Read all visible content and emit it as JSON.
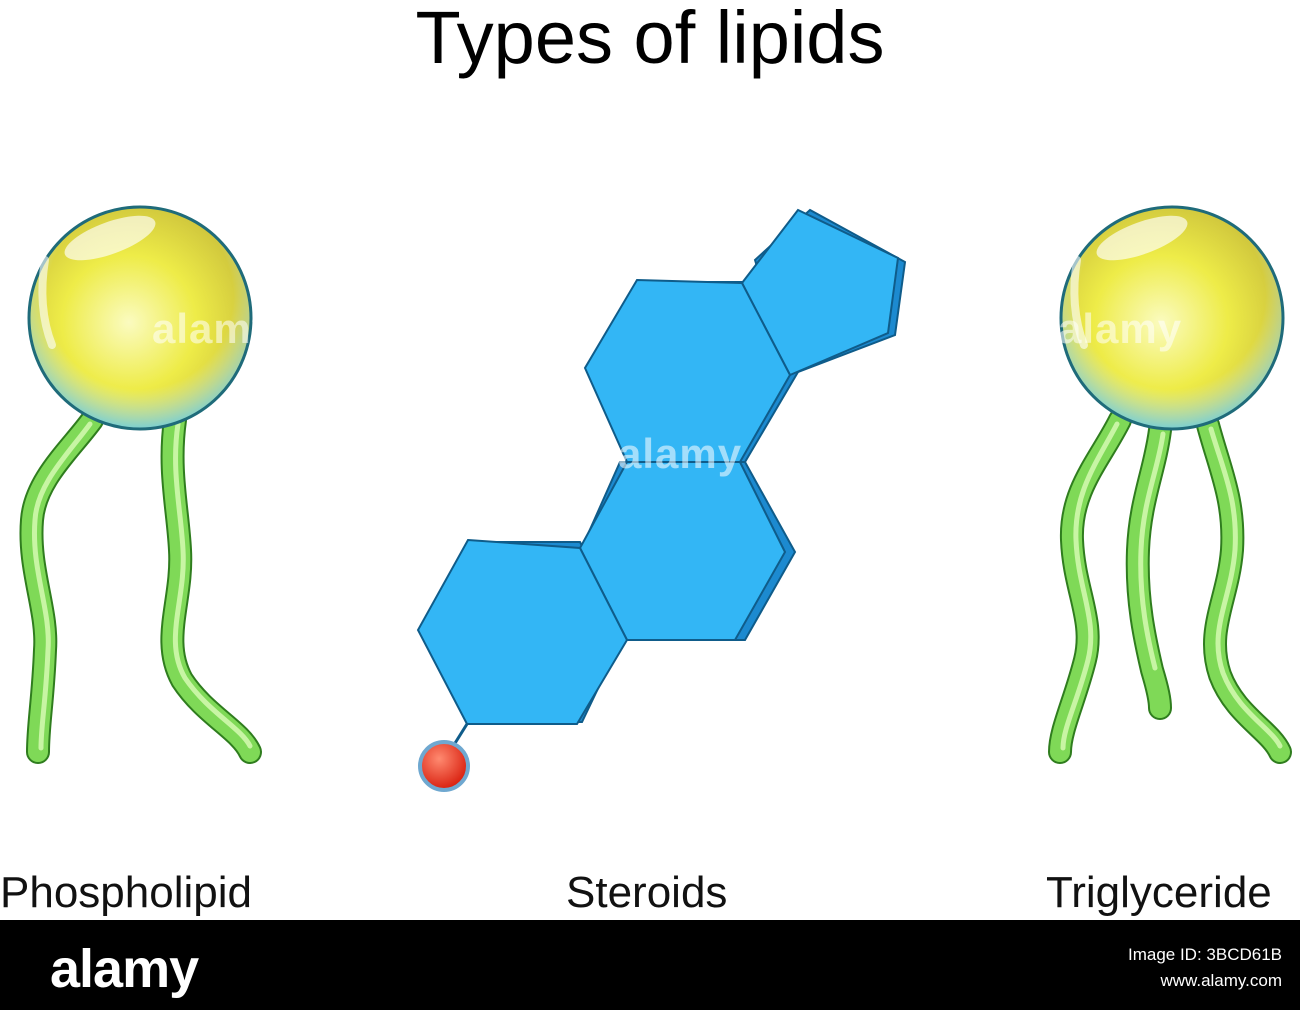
{
  "title": "Types of lipids",
  "labels": {
    "phospholipid": "Phospholipid",
    "steroids": "Steroids",
    "triglyceride": "Triglyceride"
  },
  "watermark": "alamy",
  "footer": {
    "brand": "alamy",
    "image_id": "Image ID: 3BCD61B",
    "url": "www.alamy.com"
  },
  "colors": {
    "head_fill": "#f3ef1a",
    "tail_fill": "#7fd957",
    "tail_stroke": "#2f7d1e",
    "ring_fill": "#33b6f5",
    "ring_shade": "#1c8ad0",
    "hydroxyl": "#e8301c"
  }
}
